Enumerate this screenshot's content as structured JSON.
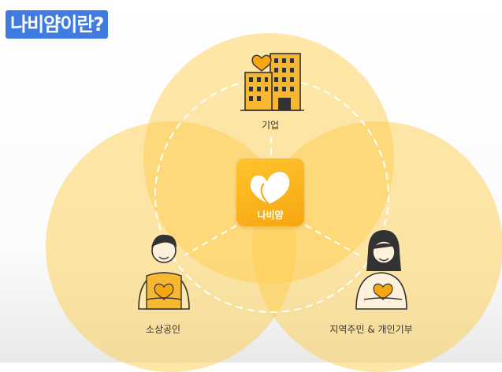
{
  "title": "나비얌이란?",
  "center": {
    "label": "나비얌"
  },
  "nodes": {
    "company": "기업",
    "merchant": "소상공인",
    "donor": "지역주민 & 개인기부"
  },
  "colors": {
    "title_bg": "#3f7be0",
    "circle_fill": "#fdce50",
    "brand": "#f6a611",
    "dashed_line": "#ffffff"
  },
  "icons": {
    "company": "building-with-heart-icon",
    "merchant": "shopkeeper-holding-heart-icon",
    "donor": "woman-holding-heart-icon",
    "logo": "butterfly-heart-logo-icon"
  }
}
